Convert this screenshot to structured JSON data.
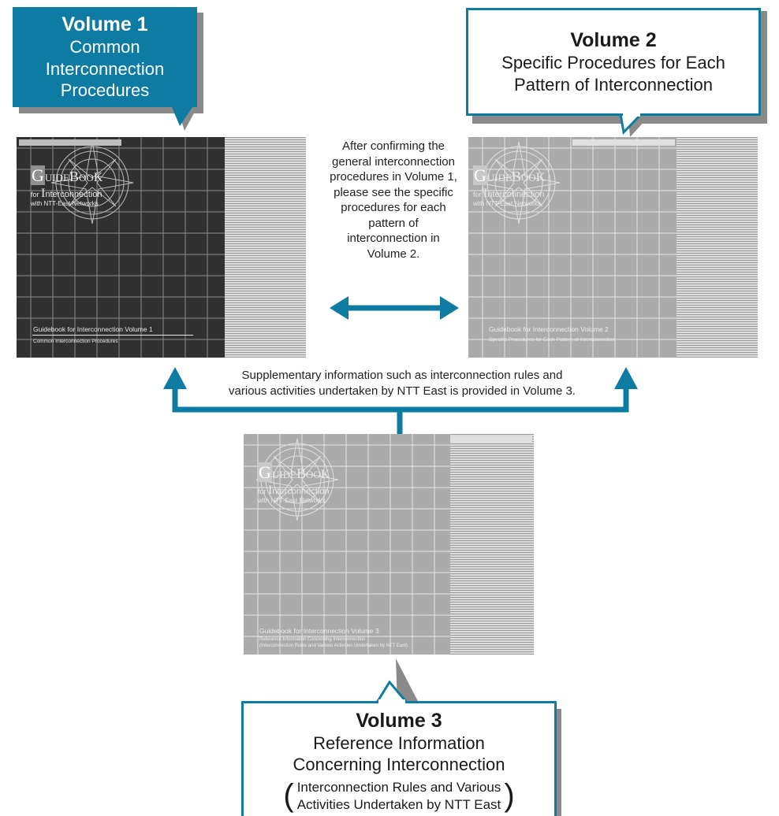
{
  "colors": {
    "accent": "#0e7ba3",
    "dark_cover": "#303030",
    "light_cover": "#ababab"
  },
  "volume1": {
    "title": "Volume 1",
    "line1": "Common Interconnection",
    "line2": "Procedures"
  },
  "volume2": {
    "title": "Volume 2",
    "line1": "Specific Procedures for Each",
    "line2": "Pattern of Interconnection"
  },
  "volume3": {
    "title": "Volume 3",
    "line1": "Reference Information",
    "line2": "Concerning Interconnection",
    "paren1": "Interconnection Rules and Various",
    "paren2": "Activities Undertaken by NTT East"
  },
  "middle_note": "After confirming the general interconnection procedures in Volume 1, please see the specific procedures for each pattern of interconnection in Volume 2.",
  "supplementary_note": {
    "line1": "Supplementary information such as interconnection rules and",
    "line2": "various activities undertaken by NTT East is provided in Volume 3."
  },
  "logo": {
    "g": "G",
    "uide": "UIDE",
    "b": "B",
    "ook": "OO",
    "k": "K",
    "for": "for ",
    "i": "I",
    "nterconnection": "nterconnection",
    "with": "with NTT-East Networks"
  },
  "covers": {
    "cover1": {
      "title": "Guidebook for Interconnection Volume 1",
      "subtitle": "Common Interconnection Procedures"
    },
    "cover2": {
      "title": "Guidebook for Interconnection Volume 2",
      "subtitle": "Specific Procedures for Each Pattern of Interconnection"
    },
    "cover3": {
      "title": "Guidebook for Interconnection Volume 3",
      "subtitle1": "Reference Information Concerning Interconnection",
      "subtitle2": "(Interconnection Rules and Various Activities Undertaken by NTT East)"
    }
  }
}
